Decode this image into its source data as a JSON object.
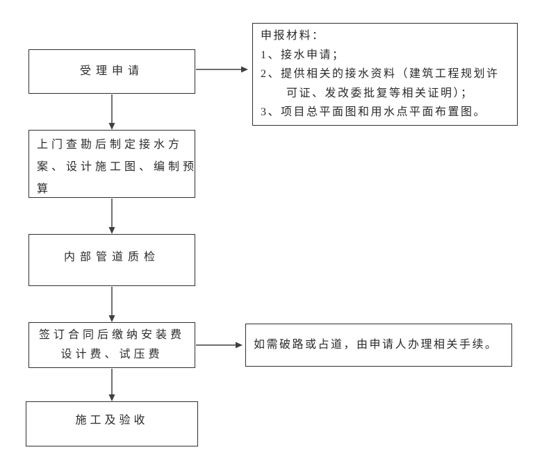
{
  "flow": {
    "step1": {
      "label": "受理申请"
    },
    "step2": {
      "lines": [
        "上门查勘后制定接水方",
        "案、设计施工图、编制预",
        "算"
      ]
    },
    "step3": {
      "label": "内部管道质检"
    },
    "step4": {
      "lines": [
        "签订合同后缴纳安装费",
        "设计费、试压费"
      ]
    },
    "step5": {
      "label": "施工及验收"
    }
  },
  "materials_note": {
    "lines": [
      "申报材料：",
      "1、接水申请；",
      "2、提供相关的接水资料（建筑工程规划许",
      "可证、发改委批复等相关证明）；",
      "3、项目总平面图和用水点平面布置图。"
    ]
  },
  "road_note": {
    "text": "如需破路或占道，由申请人办理相关手续。"
  },
  "colors": {
    "background": "#ffffff",
    "box_border": "#2e2e2e",
    "text": "#2a2a2a",
    "arrow": "#3f3f3f"
  }
}
